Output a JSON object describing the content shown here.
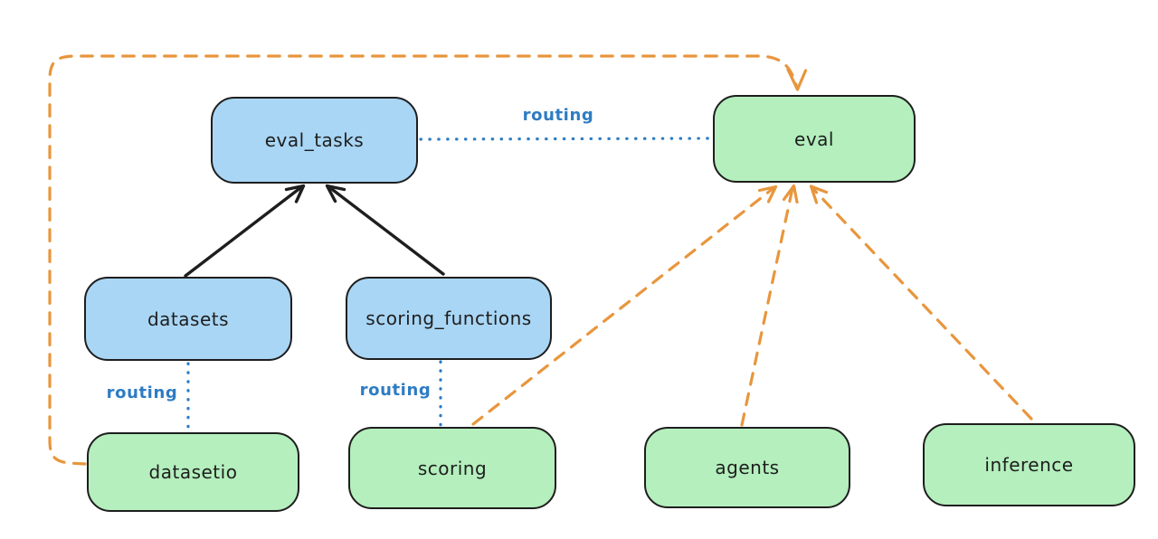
{
  "diagram": {
    "type": "architecture-graph",
    "nodes": {
      "eval_tasks": {
        "label": "eval_tasks",
        "fill": "#a9d6f5",
        "group": "blue"
      },
      "eval": {
        "label": "eval",
        "fill": "#b4efbd",
        "group": "green"
      },
      "datasets": {
        "label": "datasets",
        "fill": "#a9d6f5",
        "group": "blue"
      },
      "scoring_functions": {
        "label": "scoring_functions",
        "fill": "#a9d6f5",
        "group": "blue"
      },
      "datasetio": {
        "label": "datasetio",
        "fill": "#b4efbd",
        "group": "green"
      },
      "scoring": {
        "label": "scoring",
        "fill": "#b4efbd",
        "group": "green"
      },
      "agents": {
        "label": "agents",
        "fill": "#b4efbd",
        "group": "green"
      },
      "inference": {
        "label": "inference",
        "fill": "#b4efbd",
        "group": "green"
      }
    },
    "edges": [
      {
        "from": "datasets",
        "to": "eval_tasks",
        "style": "solid",
        "color": "#1e1e1e",
        "arrow": true,
        "label": ""
      },
      {
        "from": "scoring_functions",
        "to": "eval_tasks",
        "style": "solid",
        "color": "#1e1e1e",
        "arrow": true,
        "label": ""
      },
      {
        "from": "eval_tasks",
        "to": "eval",
        "style": "dotted",
        "color": "#2e7cc3",
        "arrow": false,
        "label": "routing"
      },
      {
        "from": "datasets",
        "to": "datasetio",
        "style": "dotted",
        "color": "#2e7cc3",
        "arrow": false,
        "label": "routing"
      },
      {
        "from": "scoring_functions",
        "to": "scoring",
        "style": "dotted",
        "color": "#2e7cc3",
        "arrow": false,
        "label": "routing"
      },
      {
        "from": "datasetio",
        "to": "eval",
        "style": "dashed",
        "color": "#e8963d",
        "arrow": true,
        "label": ""
      },
      {
        "from": "scoring",
        "to": "eval",
        "style": "dashed",
        "color": "#e8963d",
        "arrow": true,
        "label": ""
      },
      {
        "from": "agents",
        "to": "eval",
        "style": "dashed",
        "color": "#e8963d",
        "arrow": true,
        "label": ""
      },
      {
        "from": "inference",
        "to": "eval",
        "style": "dashed",
        "color": "#e8963d",
        "arrow": true,
        "label": ""
      }
    ],
    "labels": {
      "routing_top": "routing",
      "routing_left": "routing",
      "routing_mid": "routing"
    },
    "colors": {
      "background": "#ffffff",
      "node_stroke": "#1e1e1e",
      "blue_fill": "#a9d6f5",
      "green_fill": "#b4efbd",
      "routing_blue": "#2e7cc3",
      "provider_orange": "#e8963d",
      "label_text": "#1e1e1e"
    }
  }
}
